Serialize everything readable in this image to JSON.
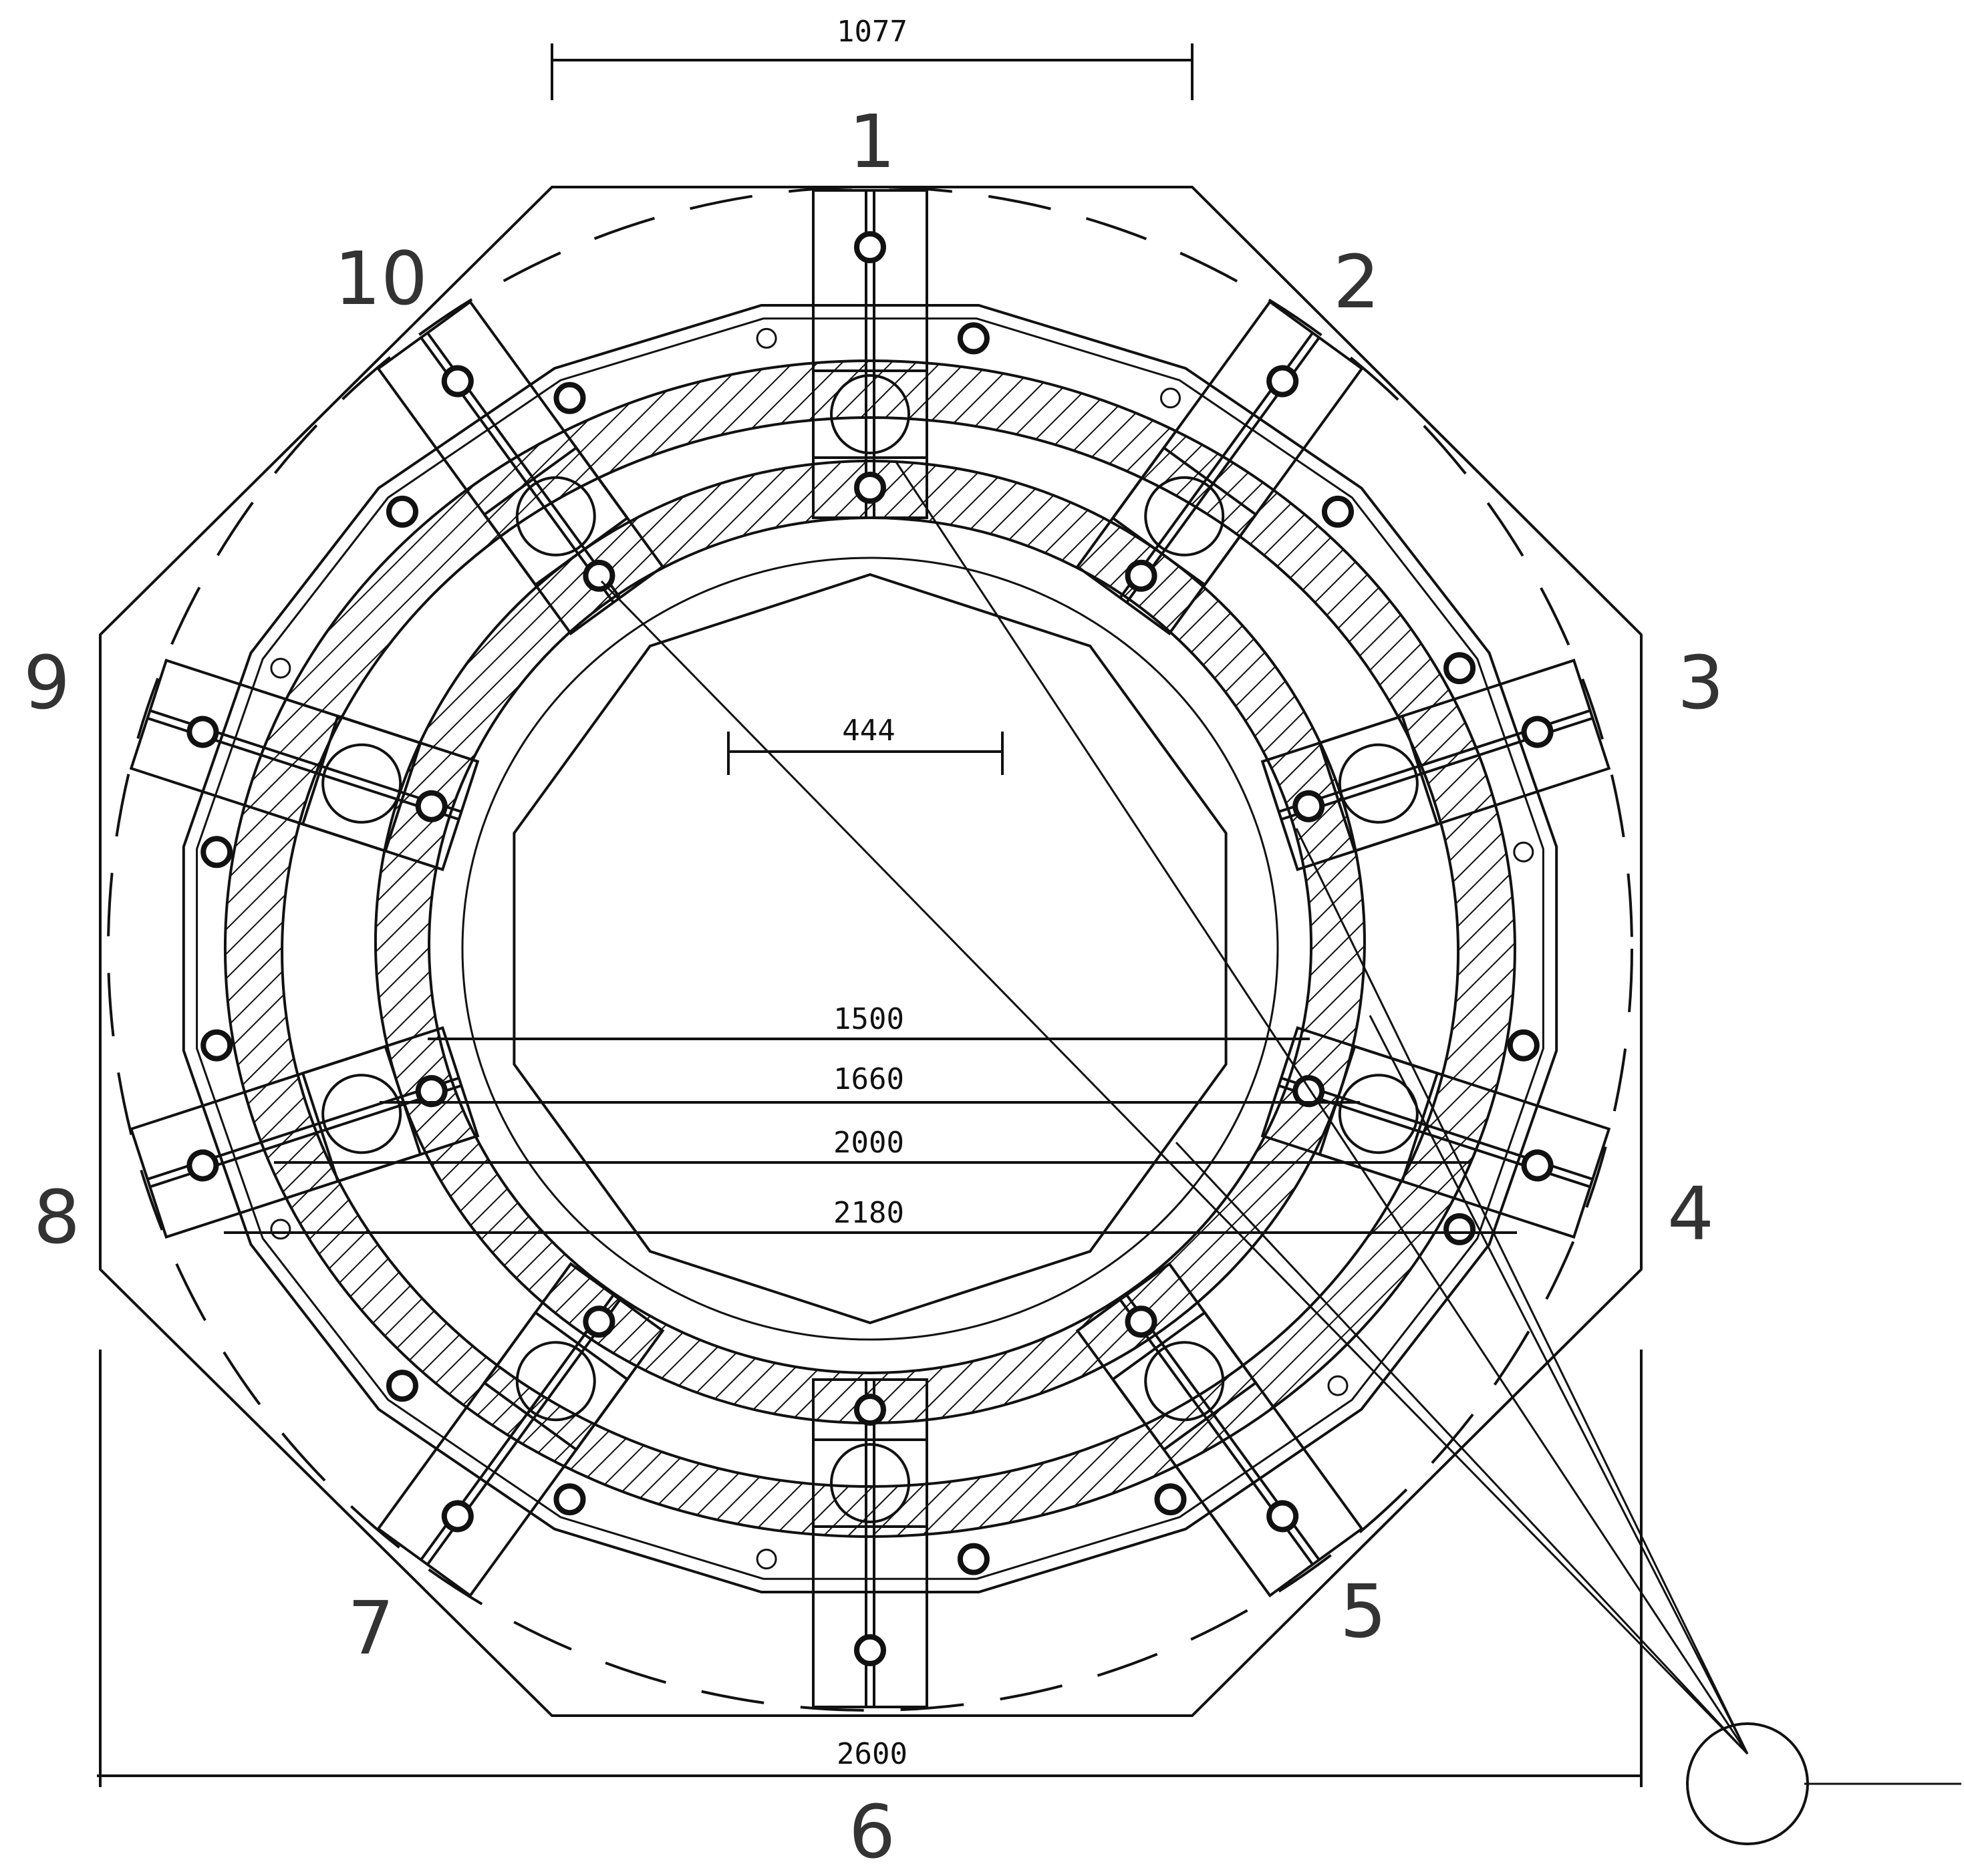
{
  "drawing": {
    "position_labels": [
      "1",
      "2",
      "3",
      "4",
      "5",
      "6",
      "7",
      "8",
      "9",
      "10"
    ],
    "dimensions": {
      "top_width": "1077",
      "inner_width": "444",
      "d1500": "1500",
      "d1660": "1660",
      "d2000": "2000",
      "d2180": "2180",
      "overall_width": "2600"
    }
  }
}
